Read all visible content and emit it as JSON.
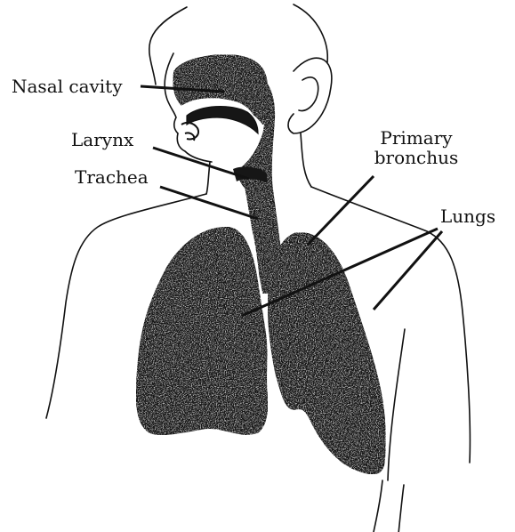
{
  "labels": {
    "nasal_cavity": "Nasal cavity",
    "larynx": "Larynx",
    "trachea": "Trachea",
    "primary_bronchus_line1": "Primary",
    "primary_bronchus_line2": "bronchus",
    "lungs": "Lungs"
  },
  "colors": {
    "ink": "#111111",
    "organ_fill": "#161616",
    "background": "#ffffff"
  }
}
